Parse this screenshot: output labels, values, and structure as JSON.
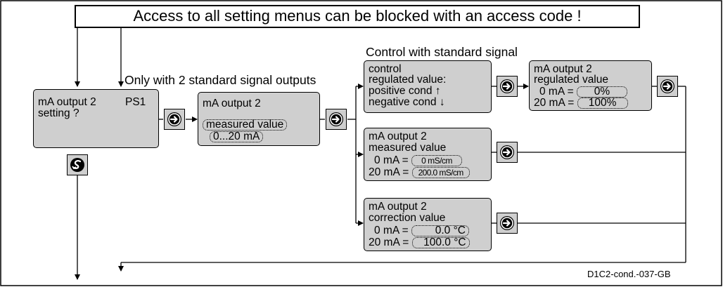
{
  "banner": "Access to all setting menus can be blocked with an access code !",
  "note_outputs": "Only with 2 standard signal outputs",
  "note_control": "Control with standard signal",
  "box_setting": {
    "line1": "mA output 2",
    "line1b": "PS1",
    "line2": "setting  ?"
  },
  "box_main": {
    "line1": "mA output 2",
    "field1": "measured value",
    "field2": "0...20 mA"
  },
  "box_control": {
    "line1": "control",
    "line2": "regulated value:",
    "line3": "positive cond  ↑",
    "line4": "negative cond ↓"
  },
  "box_regulated": {
    "line1": "mA output 2",
    "line2": "regulated value",
    "row1_label": "0 mA =",
    "row1_value": "0%",
    "row2_label": "20 mA =",
    "row2_value": "100%"
  },
  "box_measured": {
    "line1": "mA output 2",
    "line2": "measured value",
    "row1_label": "0 mA =",
    "row1_value": "0 mS/cm",
    "row2_label": "20 mA =",
    "row2_value": "200.0 mS/cm"
  },
  "box_correction": {
    "line1": "mA output 2",
    "line2": "correction value",
    "row1_label": "0 mA =",
    "row1_value": "0.0 °C",
    "row2_label": "20 mA =",
    "row2_value": "100.0 °C"
  },
  "figure_code": "D1C2-cond.-037-GB",
  "icons": {
    "enter": "enter-arrow-icon",
    "back": "return-s-icon"
  }
}
